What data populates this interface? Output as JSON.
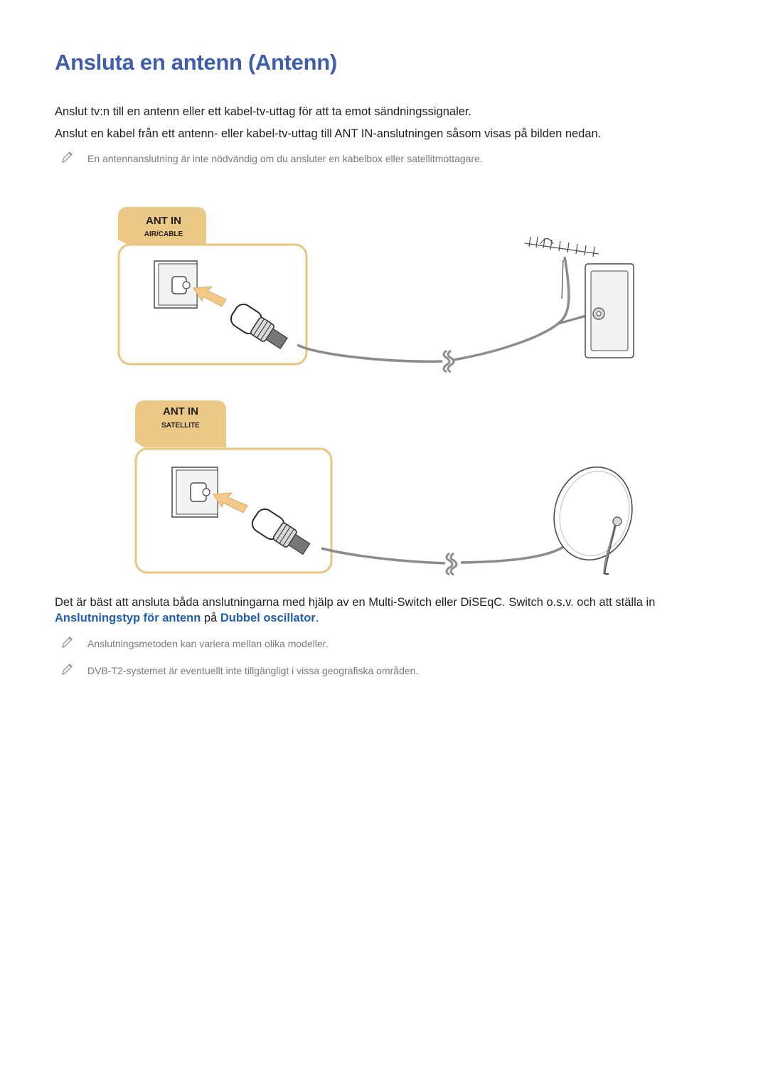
{
  "page": {
    "title": "Ansluta en antenn (Antenn)",
    "intro_1": "Anslut tv:n till en antenn eller ett kabel-tv-uttag för att ta emot sändningssignaler.",
    "intro_2": "Anslut en kabel från ett antenn- eller kabel-tv-uttag till ANT IN-anslutningen såsom visas på bilden nedan.",
    "note_1": "En antennanslutning är inte nödvändig om du ansluter en kabelbox eller satellitmottagare.",
    "body_before": "Det är bäst att ansluta båda anslutningarna med hjälp av en Multi-Switch eller DiSEqC. Switch o.s.v. och att ställa in",
    "link_1": "Anslutningstyp för antenn",
    "body_mid": " på ",
    "link_2": "Dubbel oscillator",
    "body_end": ".",
    "note_2": "Anslutningsmetoden kan variera mellan olika modeller.",
    "note_3": "DVB-T2-systemet är eventuellt inte tillgängligt i vissa geografiska områden."
  },
  "diagram": {
    "panel_1": {
      "title": "ANT IN",
      "subtitle": "AIR/CABLE"
    },
    "panel_2": {
      "title": "ANT IN",
      "subtitle": "SATELLITE"
    }
  },
  "colors": {
    "heading": "#3e5dad",
    "link": "#1f5fae",
    "panel_border": "#e8c57d",
    "panel_tab": "#ecc887",
    "note_text": "#7a7a7a"
  },
  "icons": [
    "pencil-note-icon",
    "coax-wall-socket-icon",
    "coax-plug-icon",
    "insert-arrow-icon",
    "antenna-icon",
    "wall-outlet-icon",
    "satellite-dish-icon",
    "cable-break-icon"
  ]
}
